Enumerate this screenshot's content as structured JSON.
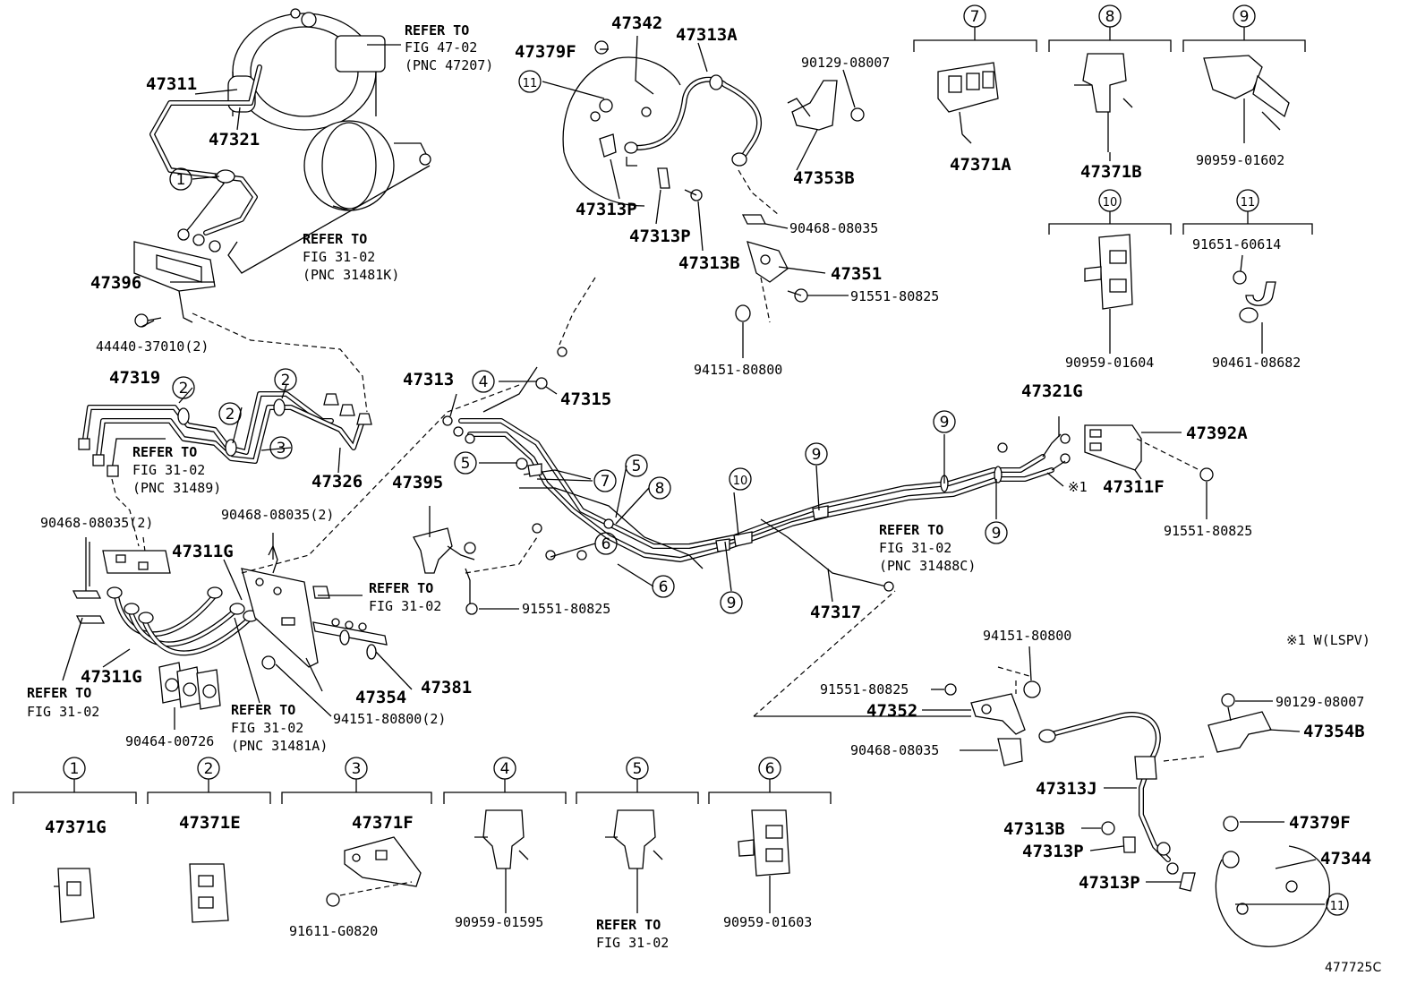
{
  "parts": {
    "p47311": "47311",
    "p47321": "47321",
    "p47396": "47396",
    "p44440": "44440-37010(2)",
    "p47319": "47319",
    "p47326": "47326",
    "p47311g_a": "47311G",
    "p47311g_b": "47311G",
    "p90468_2a": "90468-08035(2)",
    "p90468_2b": "90468-08035(2)",
    "p90464": "90464-00726",
    "p47354": "47354",
    "p47381": "47381",
    "p94151_2": "94151-80800(2)",
    "p47379f_a": "47379F",
    "p47342": "47342",
    "p47313a": "47313A",
    "p47313p_a": "47313P",
    "p47313p_b": "47313P",
    "p47313b_a": "47313B",
    "p90129_a": "90129-08007",
    "p47353b": "47353B",
    "p90468_a": "90468-08035",
    "p47351": "47351",
    "p91551_a": "91551-80825",
    "p94151_a": "94151-80800",
    "p47313": "47313",
    "p47315": "47315",
    "p47395": "47395",
    "p91551_b": "91551-80825",
    "p47317": "47317",
    "p47321g": "47321G",
    "p47392a": "47392A",
    "p47311f": "47311F",
    "p91551_c": "91551-80825",
    "p47371a": "47371A",
    "p47371b": "47371B",
    "p90959_01602": "90959-01602",
    "p90959_01604": "90959-01604",
    "p91651": "91651-60614",
    "p90461": "90461-08682",
    "p94151_b": "94151-80800",
    "p91551_d": "91551-80825",
    "p47352": "47352",
    "p90468_b": "90468-08035",
    "p47313j": "47313J",
    "p47313b_b": "47313B",
    "p47313p_c": "47313P",
    "p47313p_d": "47313P",
    "p90129_b": "90129-08007",
    "p47354b": "47354B",
    "p47379f_b": "47379F",
    "p47344": "47344",
    "p47371g": "47371G",
    "p47371e": "47371E",
    "p47371f": "47371F",
    "p91611": "91611-G0820",
    "p90959_01595": "90959-01595",
    "p90959_01603": "90959-01603"
  },
  "refs": {
    "refer_to": "REFER TO",
    "fig47_02": "FIG 47-02",
    "pnc47207": "(PNC 47207)",
    "fig31_02": "FIG 31-02",
    "pnc31481k": "(PNC 31481K)",
    "pnc31489": "(PNC 31489)",
    "pnc31488c": "(PNC 31488C)",
    "pnc31481a": "(PNC 31481A)",
    "lspv_note": "※1 W(LSPV)",
    "lspv_mark": "※1"
  },
  "callouts": {
    "c1": "1",
    "c2": "2",
    "c3": "3",
    "c4": "4",
    "c5": "5",
    "c6": "6",
    "c7": "7",
    "c8": "8",
    "c9": "9",
    "c10": "10",
    "c11": "11"
  },
  "figure_code": "477725C"
}
